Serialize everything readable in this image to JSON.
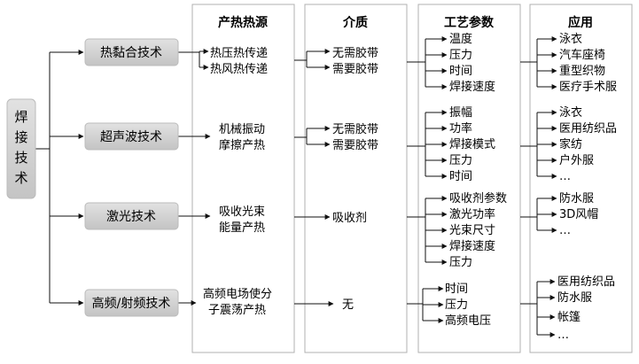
{
  "root": {
    "label_lines": [
      "焊",
      "接",
      "技",
      "术"
    ]
  },
  "headers": {
    "source": "产热热源",
    "medium": "介质",
    "params": "工艺参数",
    "apps": "应用"
  },
  "rows": [
    {
      "technique": "热黏合技术",
      "source": [
        "热压热传递",
        "热风热传递"
      ],
      "medium": [
        "无需胶带",
        "需要胶带"
      ],
      "params": [
        "温度",
        "压力",
        "时间",
        "焊接速度"
      ],
      "apps": [
        "泳衣",
        "汽车座椅",
        "重型织物",
        "医疗手术服"
      ]
    },
    {
      "technique": "超声波技术",
      "source": [
        "机械振动",
        "摩擦产热"
      ],
      "medium": [
        "无需胶带",
        "需要胶带"
      ],
      "params": [
        "振幅",
        "功率",
        "焊接模式",
        "压力",
        "时间"
      ],
      "apps": [
        "泳衣",
        "医用纺织品",
        "家纺",
        "户外服",
        "…"
      ]
    },
    {
      "technique": "激光技术",
      "source": [
        "吸收光束",
        "能量产热"
      ],
      "medium": [
        "吸收剂"
      ],
      "params": [
        "吸收剂参数",
        "激光功率",
        "光束尺寸",
        "焊接速度",
        "压力"
      ],
      "apps": [
        "防水服",
        "3D风帽",
        "…"
      ]
    },
    {
      "technique": "高频/射频技术",
      "source": [
        "高频电场使分",
        "子震荡产热"
      ],
      "medium": [
        "无"
      ],
      "params": [
        "时间",
        "压力",
        "高频电压"
      ],
      "apps": [
        "医用纺织品",
        "防水服",
        "帐篷",
        "…"
      ]
    }
  ]
}
